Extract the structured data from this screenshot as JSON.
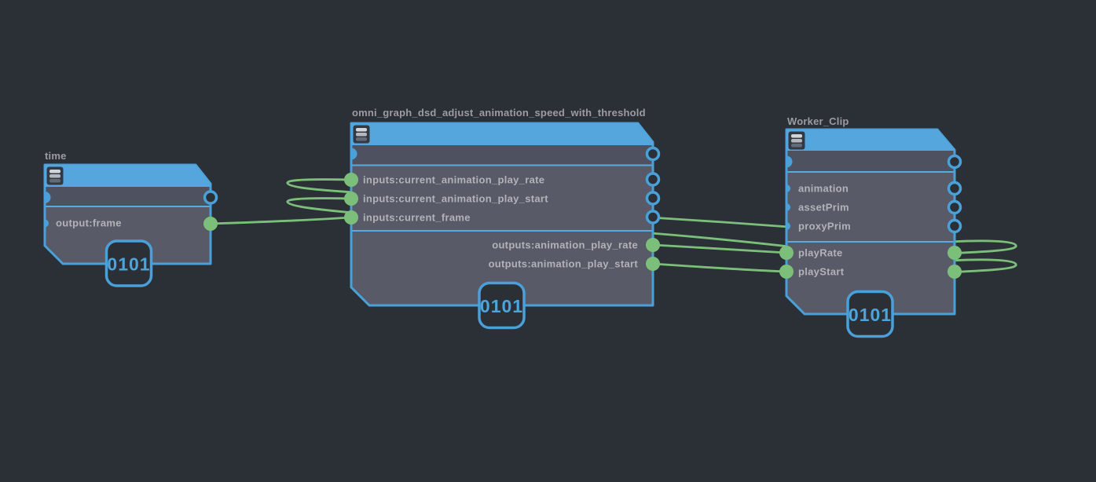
{
  "canvas": {
    "background_color": "#2b2f36",
    "node_border_blue": "#4aa0d9",
    "node_header_blue": "#55a6dd",
    "node_body_gray": "#585b67",
    "node_exec_row_gray": "#4e5260",
    "wire_green": "#7cbf7a",
    "badge_text_blue": "#4da4dc"
  },
  "nodes": [
    {
      "title": "time",
      "badge": "0101",
      "rows": [
        {
          "label": "output:frame",
          "side": "output"
        }
      ]
    },
    {
      "title": "omni_graph_dsd_adjust_animation_speed_with_threshold",
      "badge": "0101",
      "rows": [
        {
          "label": "inputs:current_animation_play_rate",
          "side": "input"
        },
        {
          "label": "inputs:current_animation_play_start",
          "side": "input"
        },
        {
          "label": "inputs:current_frame",
          "side": "input"
        },
        {
          "label": "outputs:animation_play_rate",
          "side": "output"
        },
        {
          "label": "outputs:animation_play_start",
          "side": "output"
        }
      ]
    },
    {
      "title": "Worker_Clip",
      "badge": "0101",
      "rows": [
        {
          "label": "animation",
          "side": "input"
        },
        {
          "label": "assetPrim",
          "side": "input"
        },
        {
          "label": "proxyPrim",
          "side": "input"
        },
        {
          "label": "playRate",
          "side": "both"
        },
        {
          "label": "playStart",
          "side": "both"
        }
      ]
    }
  ],
  "connections": [
    {
      "from": "time.output:frame",
      "to": "omni_graph_dsd_adjust_animation_speed_with_threshold.inputs:current_frame"
    },
    {
      "from": "omni_graph_dsd_adjust_animation_speed_with_threshold.outputs:animation_play_rate",
      "to": "Worker_Clip.playRate"
    },
    {
      "from": "omni_graph_dsd_adjust_animation_speed_with_threshold.outputs:animation_play_start",
      "to": "Worker_Clip.playStart"
    },
    {
      "from": "Worker_Clip.playRate",
      "to": "omni_graph_dsd_adjust_animation_speed_with_threshold.inputs:current_animation_play_rate"
    },
    {
      "from": "Worker_Clip.playStart",
      "to": "omni_graph_dsd_adjust_animation_speed_with_threshold.inputs:current_animation_play_start"
    }
  ]
}
